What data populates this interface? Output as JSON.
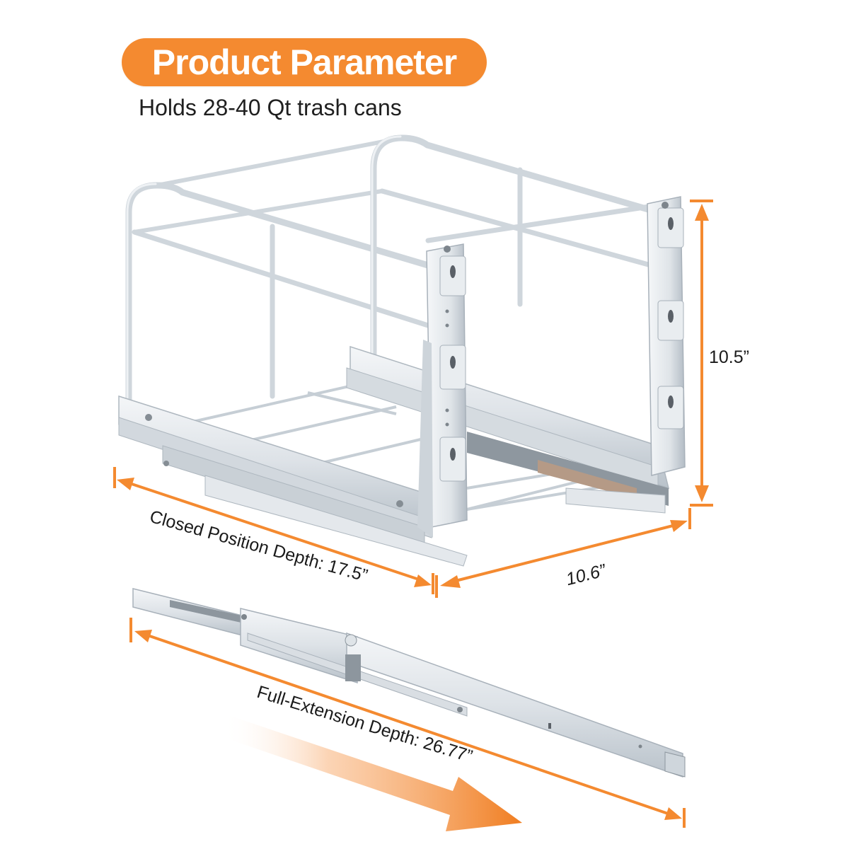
{
  "header": {
    "title": "Product Parameter",
    "subtitle": "Holds 28-40 Qt trash cans"
  },
  "dimensions": {
    "height": "10.5”",
    "width": "10.6”",
    "closed_depth": "Closed Position Depth: 17.5”",
    "full_extension": "Full-Extension Depth: 26.77”"
  },
  "colors": {
    "accent": "#f48a30",
    "metal": "#e6eaee",
    "metal_shadow": "#b8c1c9",
    "text": "#1f1f1f"
  },
  "icons": {
    "dimension_arrow": "orange-double-arrow",
    "motion_arrow": "orange-gradient-arrow"
  }
}
